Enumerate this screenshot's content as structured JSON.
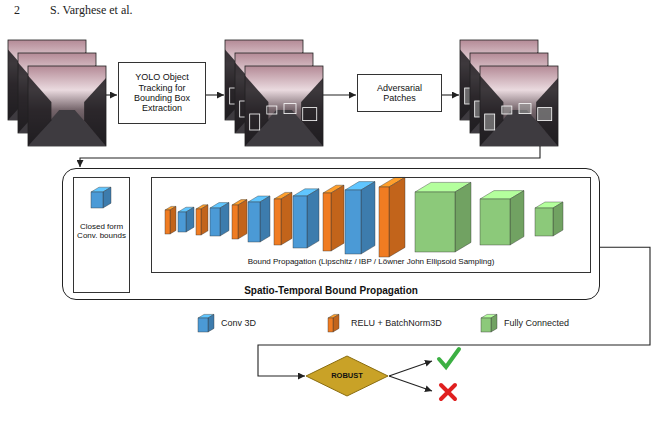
{
  "diagram": {
    "nodes": [
      {
        "text": [
          "YOLO Object Tracking for Bounding Box Extraction"
        ]
      },
      {
        "text": [
          "Adversarial Patches"
        ]
      },
      {
        "text": [
          "Spatio-Temporal Bound Propagation"
        ]
      },
      {
        "text": [
          "Closed form Conv. bounds"
        ],
        "in": 2
      },
      {
        "text": [
          "Bound Propagation (Lipschitz / IBP / Löwner John Ellipsoid Sampling)"
        ],
        "in": 2
      },
      {
        "text": [
          "ROBUST"
        ]
      }
    ],
    "edges": [
      {
        "from": 2,
        "to": 5,
        "arrow": "to"
      }
    ],
    "labels": [
      "2",
      "S. Varghese et al."
    ],
    "legend": [
      {
        "text": "Conv 3D",
        "color": "#4b9ad6"
      },
      {
        "text": "RELU + BatchNorm3D",
        "color": "#f07c22"
      },
      {
        "text": "Fully Connected",
        "color": "#8cc97a"
      }
    ]
  }
}
